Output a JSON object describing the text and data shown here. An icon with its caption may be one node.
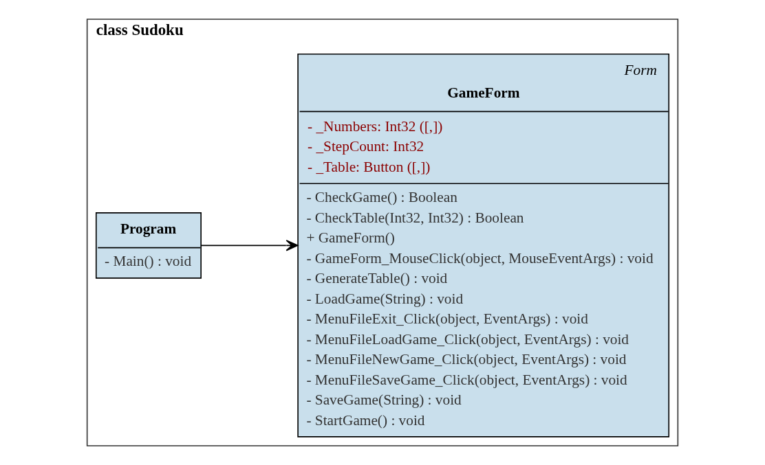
{
  "diagram": {
    "nodes": [
      {
        "text": [
          "class Sudoku"
        ]
      },
      {
        "text": [
          "Program",
          "- Main() : void"
        ],
        "in": 0
      },
      {
        "text": [
          "Form",
          "GameForm",
          "- _Numbers: Int32 ([,])",
          "- _StepCount: Int32",
          "- _Table: Button ([,])",
          "- CheckGame() : Boolean",
          "- CheckTable(Int32, Int32) : Boolean",
          "+ GameForm()",
          "- GameForm_MouseClick(object, MouseEventArgs) : void",
          "- GenerateTable() : void",
          "- LoadGame(String) : void",
          "- MenuFileExit_Click(object, EventArgs) : void",
          "- MenuFileLoadGame_Click(object, EventArgs) : void",
          "- MenuFileNewGame_Click(object, EventArgs) : void",
          "- MenuFileSaveGame_Click(object, EventArgs) : void",
          "- SaveGame(String) : void",
          "- StartGame() : void"
        ],
        "in": 0
      }
    ],
    "edges": [
      {
        "from": 1,
        "to": 2,
        "arrow": "to"
      }
    ]
  }
}
